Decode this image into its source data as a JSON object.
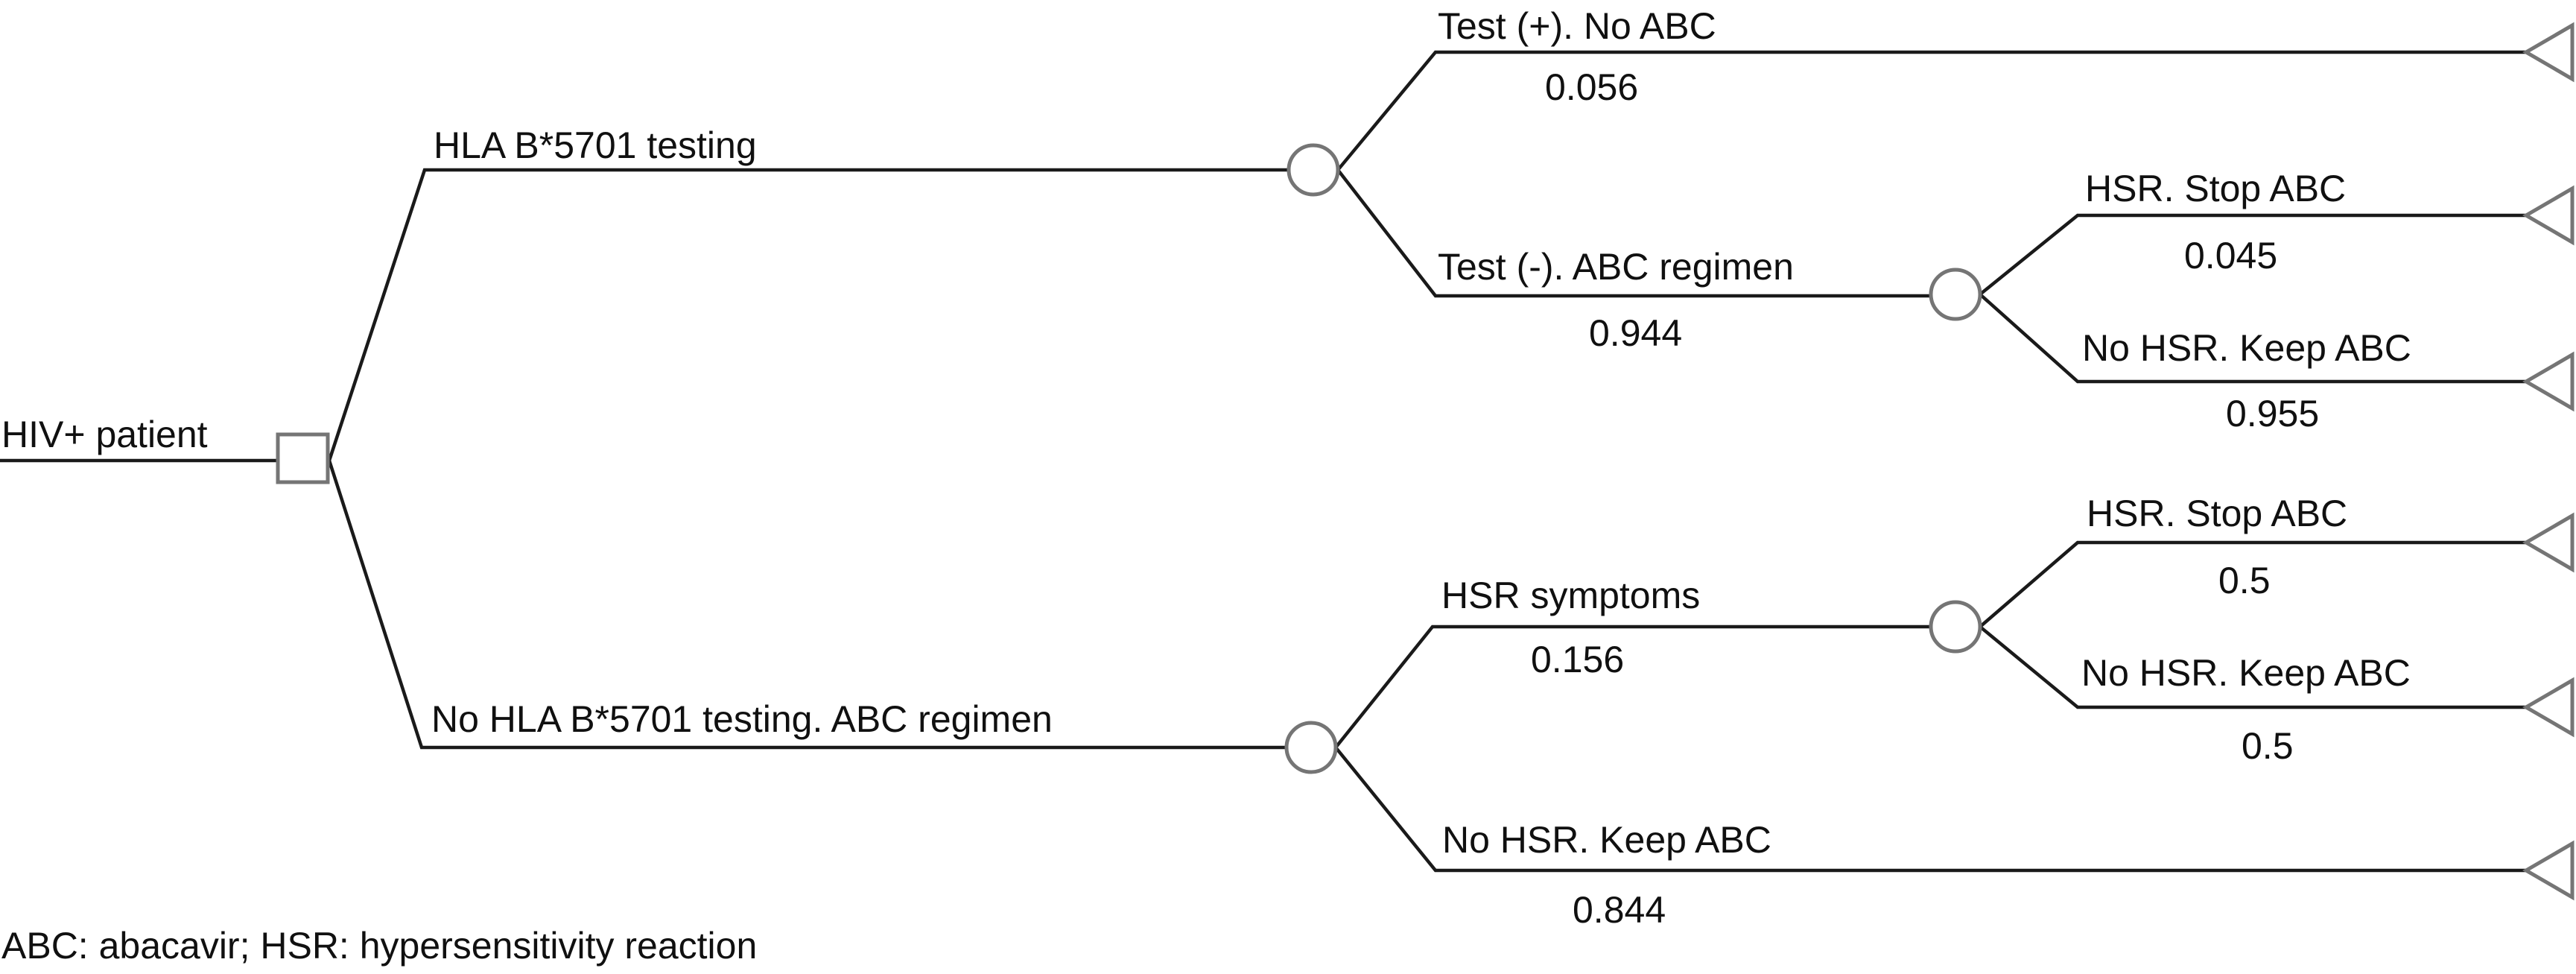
{
  "figure": {
    "type": "decision-tree",
    "footnote": "ABC: abacavir; HSR: hypersensitivity reaction",
    "colors": {
      "background": "#ffffff",
      "branch_line": "#1a1a1a",
      "node_stroke": "#757575",
      "text": "#101010"
    },
    "node_glyphs": {
      "decision": "square",
      "chance": "circle",
      "terminal": "left-pointing-triangle"
    }
  },
  "tree": {
    "root": {
      "label": "HIV+ patient",
      "node_type": "decision"
    },
    "branches": [
      {
        "label": "HLA B*5701 testing",
        "node_type": "chance",
        "children": [
          {
            "label": "Test (+). No ABC",
            "probability": "0.056",
            "node_type": "terminal"
          },
          {
            "label": "Test (-). ABC regimen",
            "probability": "0.944",
            "node_type": "chance",
            "children": [
              {
                "label": "HSR. Stop ABC",
                "probability": "0.045",
                "node_type": "terminal"
              },
              {
                "label": "No HSR. Keep ABC",
                "probability": "0.955",
                "node_type": "terminal"
              }
            ]
          }
        ]
      },
      {
        "label": "No HLA B*5701 testing. ABC regimen",
        "node_type": "chance",
        "children": [
          {
            "label": "HSR symptoms",
            "probability": "0.156",
            "node_type": "chance",
            "children": [
              {
                "label": "HSR. Stop ABC",
                "probability": "0.5",
                "node_type": "terminal"
              },
              {
                "label": "No HSR. Keep ABC",
                "probability": "0.5",
                "node_type": "terminal"
              }
            ]
          },
          {
            "label": "No HSR. Keep ABC",
            "probability": "0.844",
            "node_type": "terminal"
          }
        ]
      }
    ]
  }
}
